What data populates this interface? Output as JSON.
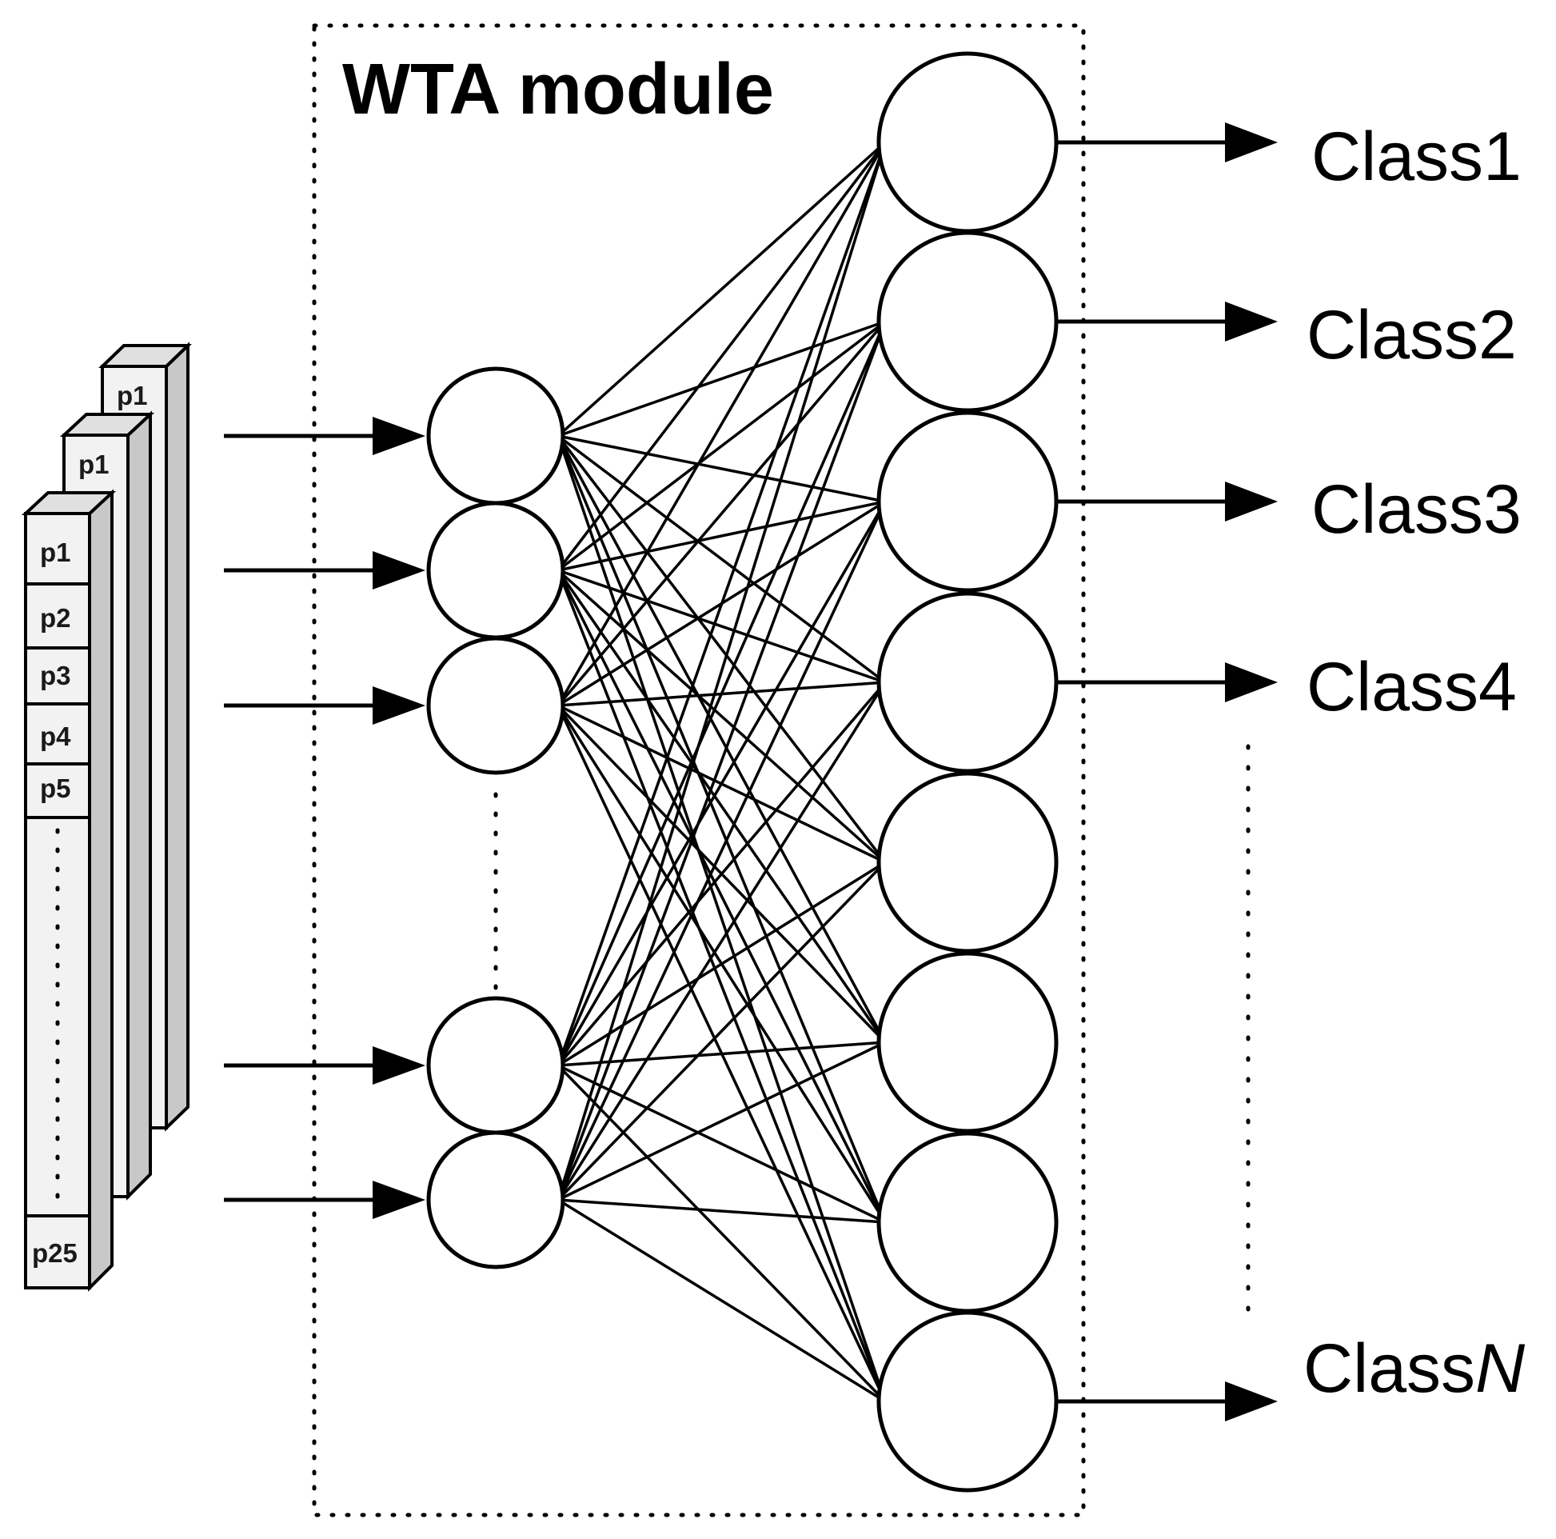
{
  "module": {
    "title": "WTA module"
  },
  "input_vector": {
    "back_cell": "p1",
    "middle_cell": "p1",
    "front_cells": [
      "p1",
      "p2",
      "p3",
      "p4",
      "p5",
      "p25"
    ]
  },
  "outputs": [
    {
      "prefix": "Class",
      "suffix": "1"
    },
    {
      "prefix": "Class",
      "suffix": "2"
    },
    {
      "prefix": "Class",
      "suffix": "3"
    },
    {
      "prefix": "Class",
      "suffix": "4"
    },
    {
      "prefix": "Class",
      "suffix": "N"
    }
  ],
  "colors": {
    "stroke": "#000000",
    "column_face": "#f2f2f2",
    "column_side": "#c8c8c8",
    "column_top": "#e0e0e0"
  }
}
